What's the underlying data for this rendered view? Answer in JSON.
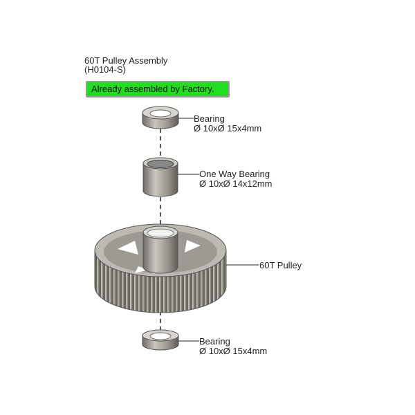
{
  "title": "60T Pulley Assembly",
  "part_code": "(H0104-S)",
  "notice": "Already assembled by Factory.",
  "parts": [
    {
      "name": "Bearing",
      "spec": "Ø 10xØ 15x4mm"
    },
    {
      "name": "One Way Bearing",
      "spec": "Ø 10xØ 14x12mm"
    },
    {
      "name": "60T Pulley"
    },
    {
      "name": "Bearing",
      "spec": "Ø 10xØ 15x4mm"
    }
  ],
  "colors": {
    "notice_bg": "#22dd22",
    "part_metal": "#9a968f"
  }
}
